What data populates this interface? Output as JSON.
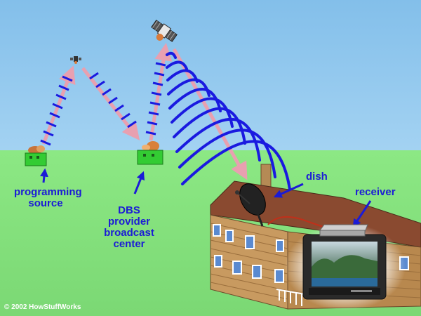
{
  "labels": {
    "programming": [
      "programming",
      "source"
    ],
    "dbs": [
      "DBS",
      "provider",
      "broadcast",
      "center"
    ],
    "dish": "dish",
    "receiver": "receiver"
  },
  "copyright": "© 2002 HowStuffWorks",
  "colors": {
    "sky": "#8ec5ec",
    "ground": "#8ce884",
    "signal_wave": "#1a1ae0",
    "uplink_arrow": "#e8a0b0",
    "label_text": "#1b1bd6",
    "station_building": "#33cc33"
  },
  "icons": [
    "satellite-icon",
    "broadcast-station-icon",
    "house-icon",
    "satellite-dish-icon",
    "tv-icon",
    "receiver-box-icon"
  ]
}
